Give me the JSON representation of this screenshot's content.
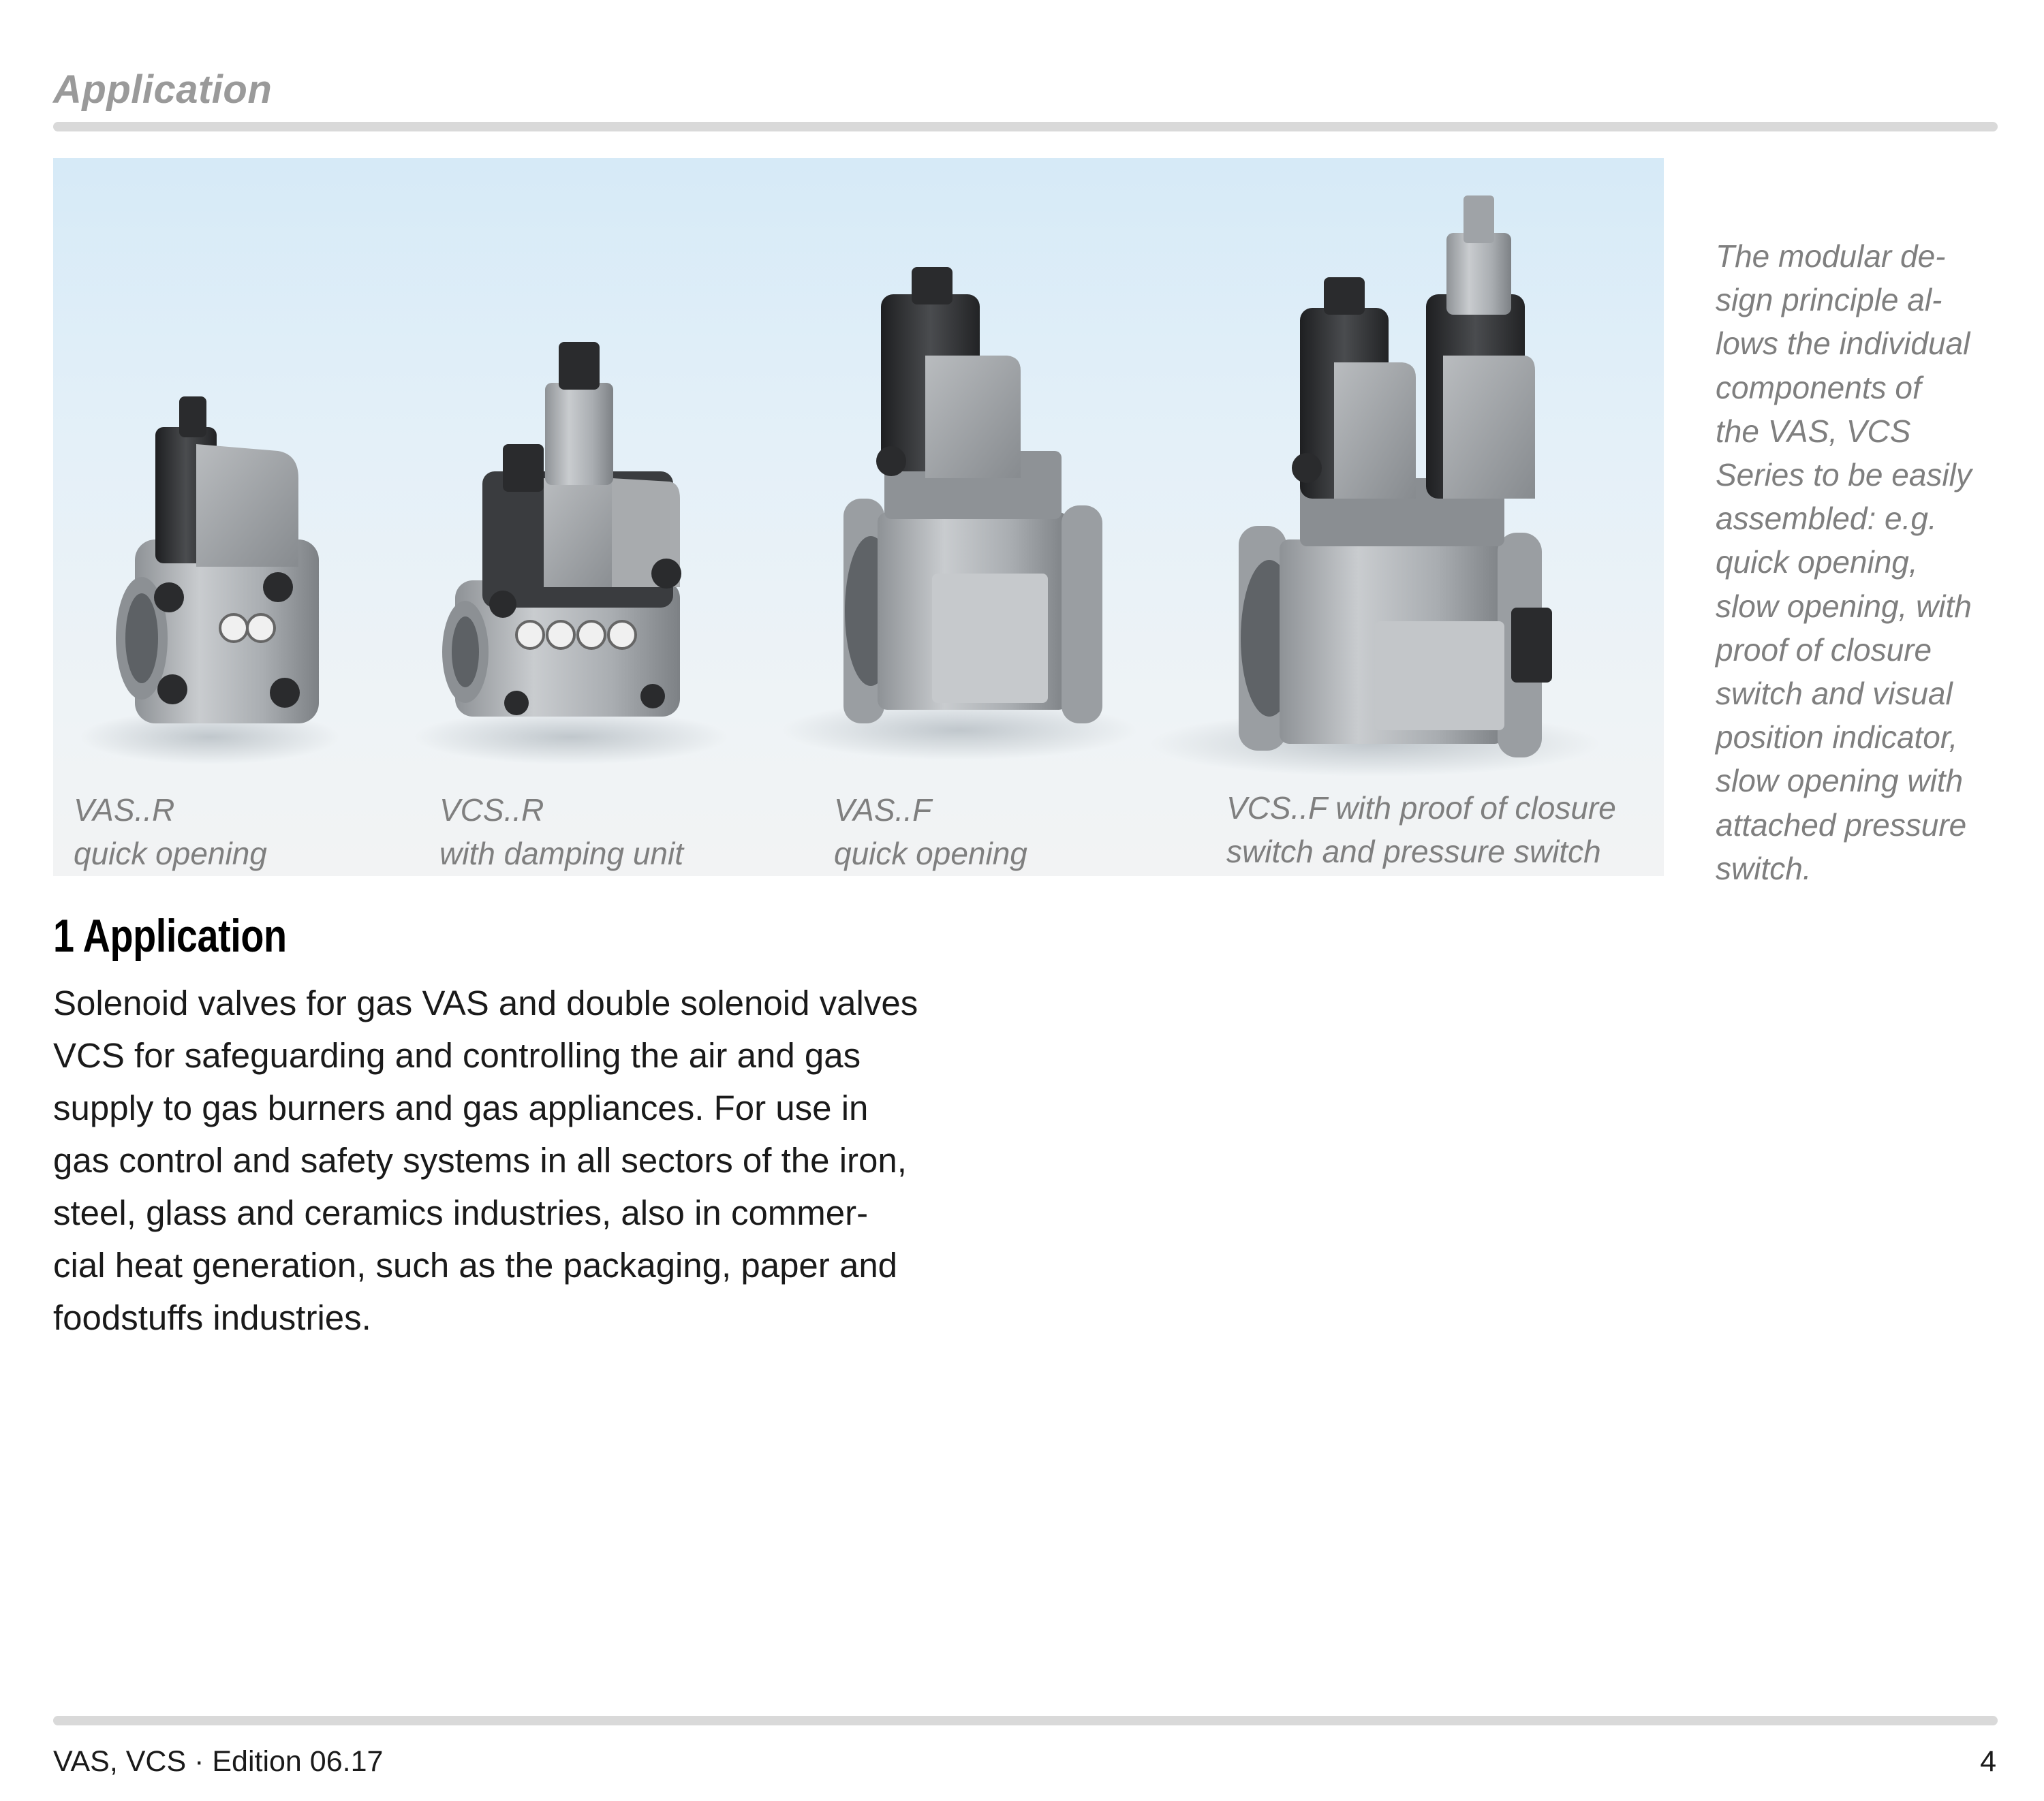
{
  "header": {
    "running_title": "Application"
  },
  "figure": {
    "captions": [
      {
        "line1": "VAS..R",
        "line2": "quick opening"
      },
      {
        "line1": "VCS..R",
        "line2": "with damping unit"
      },
      {
        "line1": "VAS..F",
        "line2": "quick opening"
      },
      {
        "line1": "VCS..F with proof of closure",
        "line2": "switch and pressure switch"
      }
    ]
  },
  "side_note": {
    "lines": [
      "The modular de-",
      "sign principle al-",
      "lows the individual",
      "components of",
      "the VAS, VCS",
      "Series to be easily",
      "assembled: e.g.",
      "quick opening,",
      "slow opening, with",
      "proof of closure",
      "switch and visual",
      "position indicator,",
      "slow opening with",
      "attached pressure",
      "switch."
    ]
  },
  "section": {
    "title": "1 Application",
    "body_lines": [
      "Solenoid valves for gas VAS and double solenoid valves",
      "VCS for safeguarding and controlling the air and gas",
      "supply to gas burners and gas appliances. For use in",
      "gas control and safety systems in all sectors of the iron,",
      "steel, glass and ceramics industries, also in commer-",
      "cial heat generation, such as the packaging, paper and",
      "foodstuffs industries."
    ]
  },
  "footer": {
    "left": "VAS, VCS · Edition 06.17",
    "page_number": "4"
  }
}
